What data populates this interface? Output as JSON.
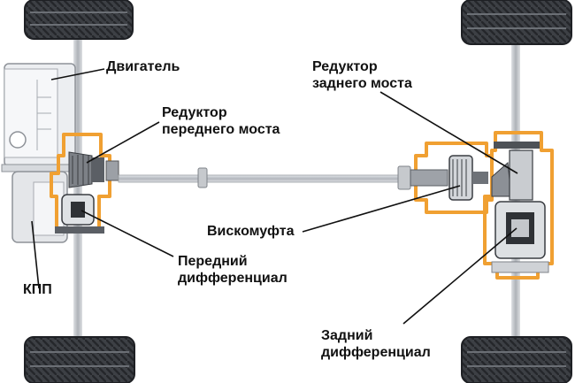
{
  "labels": {
    "engine": "Двигатель",
    "front_reducer": [
      "Редуктор",
      "переднего моста"
    ],
    "rear_reducer": [
      "Редуктор",
      "заднего моста"
    ],
    "viscous_coupling": "Вискомуфта",
    "front_differential": [
      "Передний",
      "дифференциал"
    ],
    "gearbox": "КПП",
    "rear_differential": [
      "Задний",
      "дифференциал"
    ]
  },
  "colors": {
    "highlight": "#f0a032",
    "metal": "#b8bcc2",
    "tire": "#3a3d42",
    "leader": "#111111",
    "text": "#111111"
  }
}
